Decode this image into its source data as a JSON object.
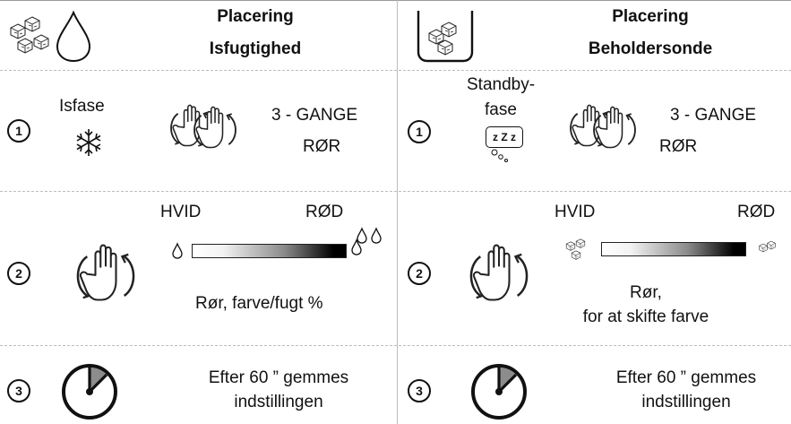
{
  "left": {
    "title_line1": "Placering",
    "title_line2": "Isfugtighed",
    "step1": {
      "number": "1",
      "phase": "Isfase",
      "count": "3 - GANGE",
      "action": "RØR"
    },
    "step2": {
      "number": "2",
      "low_label": "HVID",
      "high_label": "RØD",
      "caption": "Rør, farve/fugt %"
    },
    "step3": {
      "number": "3",
      "line1": "Efter 60 ” gemmes",
      "line2": "indstillingen"
    }
  },
  "right": {
    "title_line1": "Placering",
    "title_line2": "Beholdersonde",
    "step1": {
      "number": "1",
      "phase_line1": "Standby-",
      "phase_line2": "fase",
      "standby_glyph": "z Z z",
      "count": "3 - GANGE",
      "action": "RØR"
    },
    "step2": {
      "number": "2",
      "low_label": "HVID",
      "high_label": "RØD",
      "caption_line1": "Rør,",
      "caption_line2": "for at skifte farve"
    },
    "step3": {
      "number": "3",
      "line1": "Efter 60 ” gemmes",
      "line2": "indstillingen"
    }
  },
  "icons": {
    "ice": "ice-cubes-icon",
    "drop": "water-drop-icon",
    "container": "ice-container-icon",
    "snowflake": "snowflake-icon",
    "hands": "touch-hands-icon",
    "hand": "touch-hand-icon",
    "timer": "timer-icon",
    "sleep": "sleep-bubble-icon"
  },
  "colors": {
    "line": "#bdbdbd",
    "gradient_start": "#ffffff",
    "gradient_end": "#000000",
    "timer_wedge": "#8c8c8c"
  }
}
